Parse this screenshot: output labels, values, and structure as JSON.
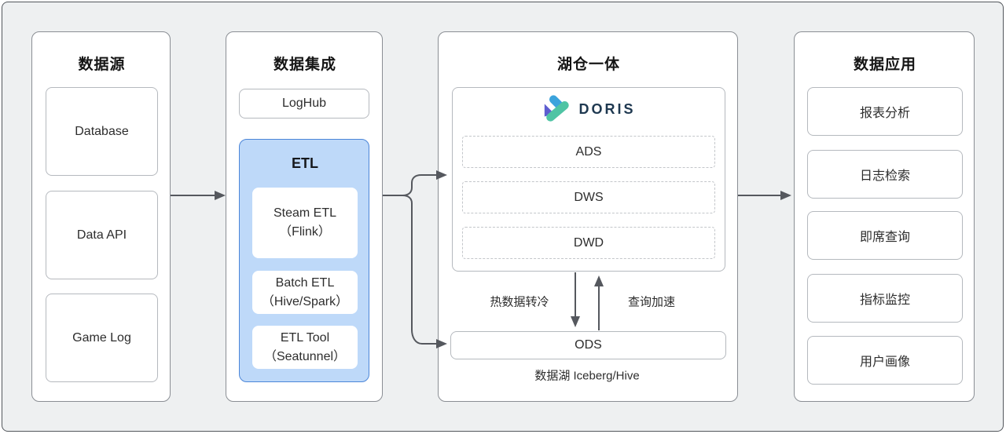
{
  "panels": {
    "source": {
      "title": "数据源",
      "items": [
        "Database",
        "Data API",
        "Game Log"
      ]
    },
    "integration": {
      "title": "数据集成",
      "loghub_label": "LogHub",
      "etl": {
        "title": "ETL",
        "items": [
          {
            "line1": "Steam ETL",
            "line2": "（Flink）"
          },
          {
            "line1": "Batch ETL",
            "line2": "（Hive/Spark）"
          },
          {
            "line1": "ETL Tool",
            "line2": "（Seatunnel）"
          }
        ]
      }
    },
    "lakehouse": {
      "title": "湖仓一体",
      "doris_label": "DORIS",
      "layers": [
        "ADS",
        "DWS",
        "DWD"
      ],
      "cold_label": "热数据转冷",
      "accel_label": "查询加速",
      "ods_label": "ODS",
      "lake_caption": "数据湖 Iceberg/Hive"
    },
    "application": {
      "title": "数据应用",
      "items": [
        "报表分析",
        "日志检索",
        "即席查询",
        "指标监控",
        "用户画像"
      ]
    }
  },
  "colors": {
    "background": "#eef0f1",
    "frame_border": "#53575c",
    "panel_border": "#8a8e94",
    "box_border": "#b5b9be",
    "etl_fill": "#bed9f9",
    "etl_border": "#4c86d8",
    "arrow": "#55585e",
    "doris_navy": "#1e3850",
    "doris_blue": "#3ba3dc",
    "doris_teal": "#4fc4a4",
    "doris_purple": "#5d5dd0"
  }
}
